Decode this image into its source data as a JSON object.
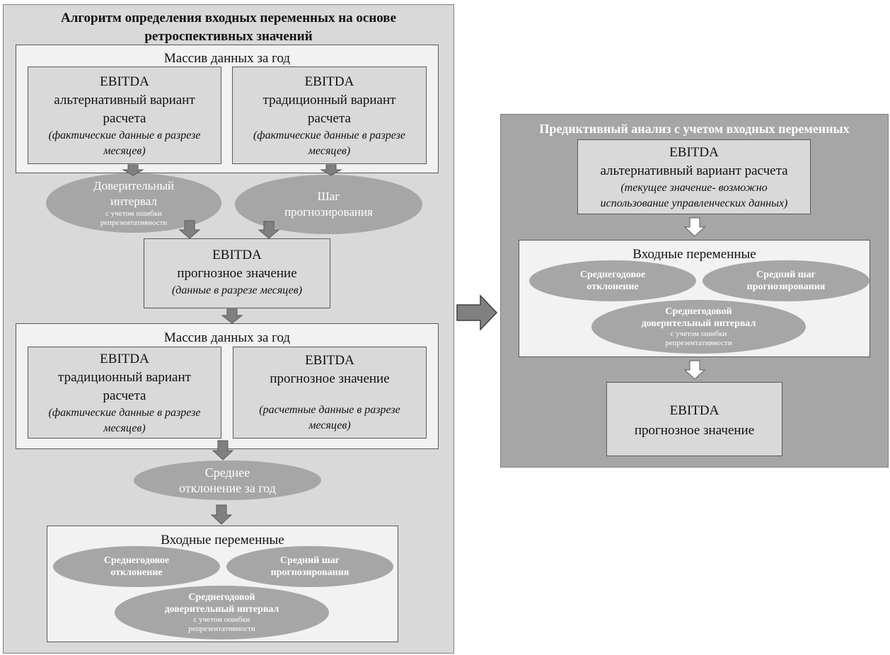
{
  "left": {
    "title_line1": "Алгоритм определения входных переменных на основе",
    "title_line2": "ретроспективных значений",
    "array1": {
      "title": "Массив данных за год",
      "card_a": {
        "l1": "EBITDA",
        "l2": "альтернативный вариант",
        "l3": "расчета",
        "i1": "(фактические данные в разрезе",
        "i2": "месяцев)"
      },
      "card_b": {
        "l1": "EBITDA",
        "l2": "традиционный вариант",
        "l3": "расчета",
        "i1": "(фактические данные в разрезе",
        "i2": "месяцев)"
      }
    },
    "ellipse_conf": {
      "l1": "Доверительный",
      "l2": "интервал",
      "s1": "с учетом ошибки",
      "s2": "репрезентативности"
    },
    "ellipse_step": {
      "l1": "Шаг",
      "l2": "прогнозирования"
    },
    "forecast": {
      "l1": "EBITDA",
      "l2": "прогнозное значение",
      "i1": "(данные в разрезе месяцев)"
    },
    "array2": {
      "title": "Массив данных за год",
      "card_a": {
        "l1": "EBITDA",
        "l2": "традиционный вариант",
        "l3": "расчета",
        "i1": "(фактические данные в разрезе",
        "i2": "месяцев)"
      },
      "card_b": {
        "l1": "EBITDA",
        "l2": "прогнозное значение",
        "i1": "(расчетные данные в разрезе",
        "i2": "месяцев)"
      }
    },
    "ellipse_dev": {
      "l1": "Среднее",
      "l2": "отклонение за год"
    },
    "inputs": {
      "title": "Входные переменные",
      "e1": {
        "l1": "Среднегодовое",
        "l2": "отклонение"
      },
      "e2": {
        "l1": "Средний шаг",
        "l2": "прогнозирования"
      },
      "e3": {
        "l1": "Среднегодовой",
        "l2": "доверительный интервал",
        "s1": "с учетом ошибки",
        "s2": "репрезентативности"
      }
    }
  },
  "right": {
    "title": "Предиктивный анализ с учетом входных переменных",
    "current": {
      "l1": "EBITDA",
      "l2": "альтернативный вариант расчета",
      "i1": "(текущее значение- возможно",
      "i2": "использование управленческих данных)"
    },
    "inputs": {
      "title": "Входные переменные",
      "e1": {
        "l1": "Среднегодовое",
        "l2": "отклонение"
      },
      "e2": {
        "l1": "Средний шаг",
        "l2": "прогнозирования"
      },
      "e3": {
        "l1": "Среднегодовой",
        "l2": "доверительный интервал",
        "s1": "с учетом ошибки",
        "s2": "репрезентативности"
      }
    },
    "forecast": {
      "l1": "EBITDA",
      "l2": "прогнозное значение"
    }
  },
  "colors": {
    "panel_left": "#d9d9d9",
    "panel_right": "#a6a6a6",
    "ellipse": "#a6a6a6",
    "arrow_gray": "#808080",
    "arrow_white": "#ffffff"
  }
}
